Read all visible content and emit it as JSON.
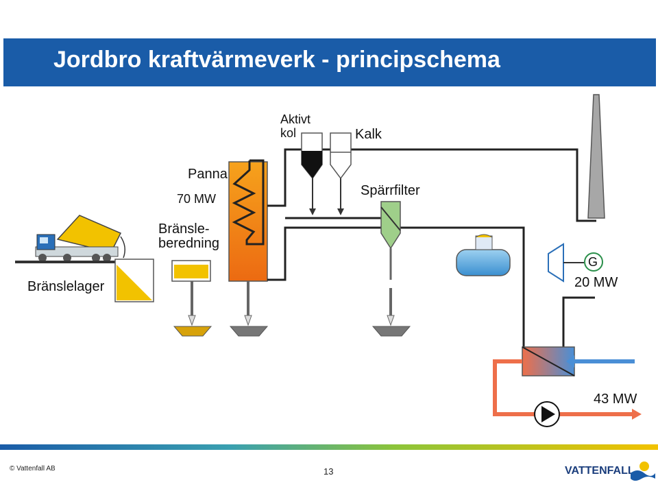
{
  "title": "Jordbro kraftvärmeverk - principschema",
  "labels": {
    "aktivt_kol": "Aktivt\nkol",
    "kalk": "Kalk",
    "panna": "Panna",
    "panna_effekt": "70 MW",
    "sparrfilter": "Spärrfilter",
    "bransle_beredning": "Bränsle-\nberedning",
    "branslelager": "Bränslelager",
    "generator": "G",
    "generator_effekt": "20 MW",
    "varme_effekt": "43 MW"
  },
  "footer": {
    "copyright": "© Vattenfall AB",
    "page": "13",
    "logo": "VATTENFALL"
  },
  "colors": {
    "title_bar": "#1a5ca8",
    "boiler": "#f07a10",
    "fuel": "#f2c200",
    "stack": "#a7a7a7",
    "hot_water": "#ee6f4a",
    "cold_water": "#4a8fd6",
    "filter": "#9fcf8a"
  }
}
